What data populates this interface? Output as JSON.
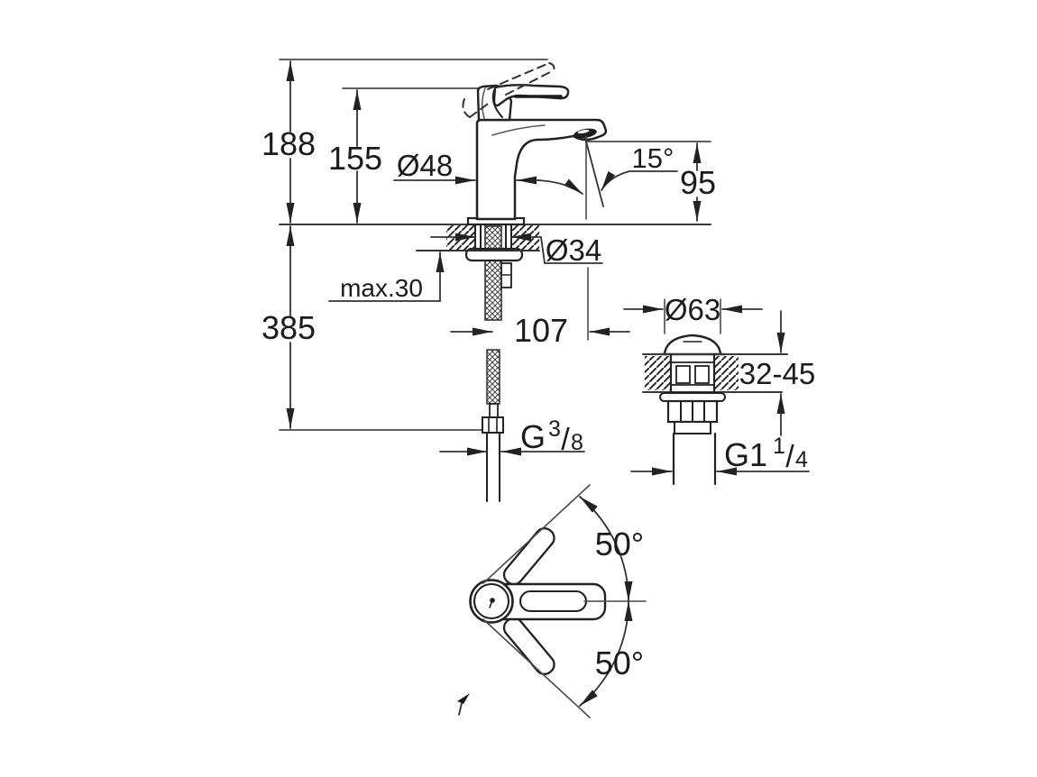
{
  "drawing": {
    "type": "faucet installation technical drawing",
    "views": [
      "front-view-with-supply-hose",
      "drain-valve-section",
      "top-view-handle-swing"
    ],
    "colors": {
      "background": "#ffffff",
      "line": "#222222",
      "dim_line": "#3a3a3a",
      "text": "#1b1b1b"
    }
  },
  "labels": {
    "overall_height": "188",
    "deck_to_top": "155",
    "body_diameter": "Ø48",
    "stream_angle": "15°",
    "spout_height": "95",
    "shank_diameter": "Ø34",
    "max_mounting": "max.30",
    "below_deck_height": "385",
    "spout_projection": "107",
    "supply_g": "G",
    "supply_num": "3",
    "supply_slash": "/",
    "supply_den": "8",
    "drain_flange": "Ø63",
    "drain_range": "32-45",
    "drain_g": "G1",
    "drain_num": "1",
    "drain_slash": "/",
    "drain_den": "4",
    "swing_upper": "50°",
    "swing_lower": "50°"
  }
}
